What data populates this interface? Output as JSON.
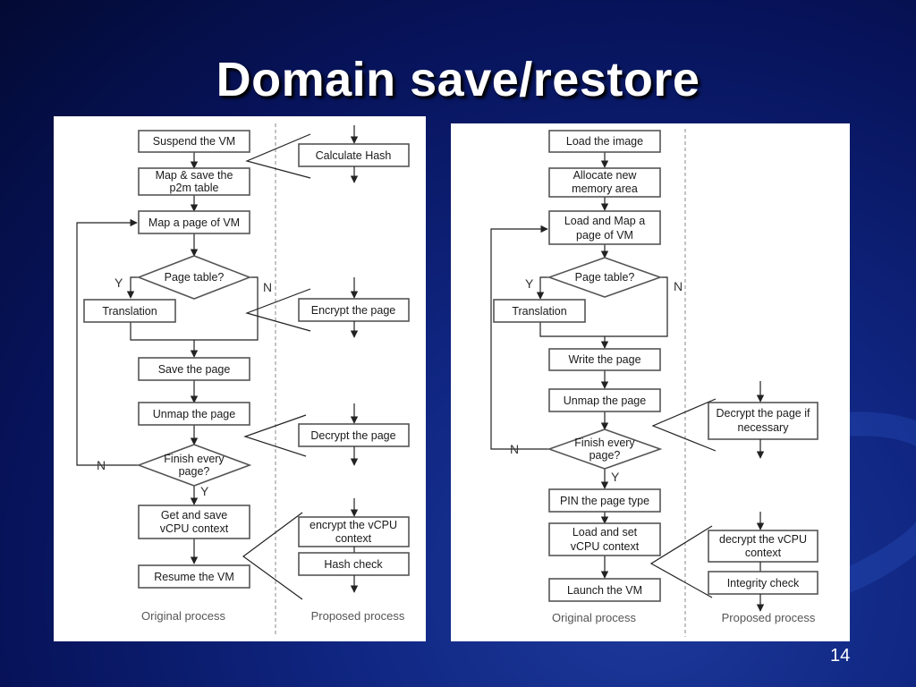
{
  "slide": {
    "title": "Domain save/restore",
    "page_number": "14"
  },
  "save_chart": {
    "steps": {
      "suspend": "Suspend the VM",
      "map_save_1": "Map & save the",
      "map_save_2": "p2m table",
      "map_page": "Map a page of VM",
      "decision_page_table": "Page table?",
      "translation": "Translation",
      "save_page": "Save the page",
      "unmap_page": "Unmap the page",
      "decision_finish_1": "Finish every",
      "decision_finish_2": "page?",
      "get_save_1": "Get and save",
      "get_save_2": "vCPU context",
      "resume": "Resume the VM"
    },
    "proposed": {
      "calc_hash": "Calculate Hash",
      "encrypt_page": "Encrypt the page",
      "decrypt_page": "Decrypt the page",
      "encrypt_vcpu_1": "encrypt the vCPU",
      "encrypt_vcpu_2": "context",
      "hash_check": "Hash check"
    },
    "labels": {
      "yes": "Y",
      "no": "N"
    },
    "footer": {
      "original": "Original process",
      "proposed": "Proposed process"
    }
  },
  "restore_chart": {
    "steps": {
      "load_image": "Load the image",
      "allocate_1": "Allocate new",
      "allocate_2": "memory area",
      "load_map_1": "Load and Map a",
      "load_map_2": "page of VM",
      "decision_page_table": "Page table?",
      "translation": "Translation",
      "write_page": "Write the page",
      "unmap_page": "Unmap the page",
      "decision_finish_1": "Finish every",
      "decision_finish_2": "page?",
      "pin": "PIN the page type",
      "load_set_1": "Load and set",
      "load_set_2": "vCPU context",
      "launch": "Launch the VM"
    },
    "proposed": {
      "decrypt_page_1": "Decrypt the page if",
      "decrypt_page_2": "necessary",
      "decrypt_vcpu_1": "decrypt the vCPU",
      "decrypt_vcpu_2": "context",
      "integrity": "Integrity check"
    },
    "labels": {
      "yes": "Y",
      "no": "N"
    },
    "footer": {
      "original": "Original process",
      "proposed": "Proposed process"
    }
  }
}
